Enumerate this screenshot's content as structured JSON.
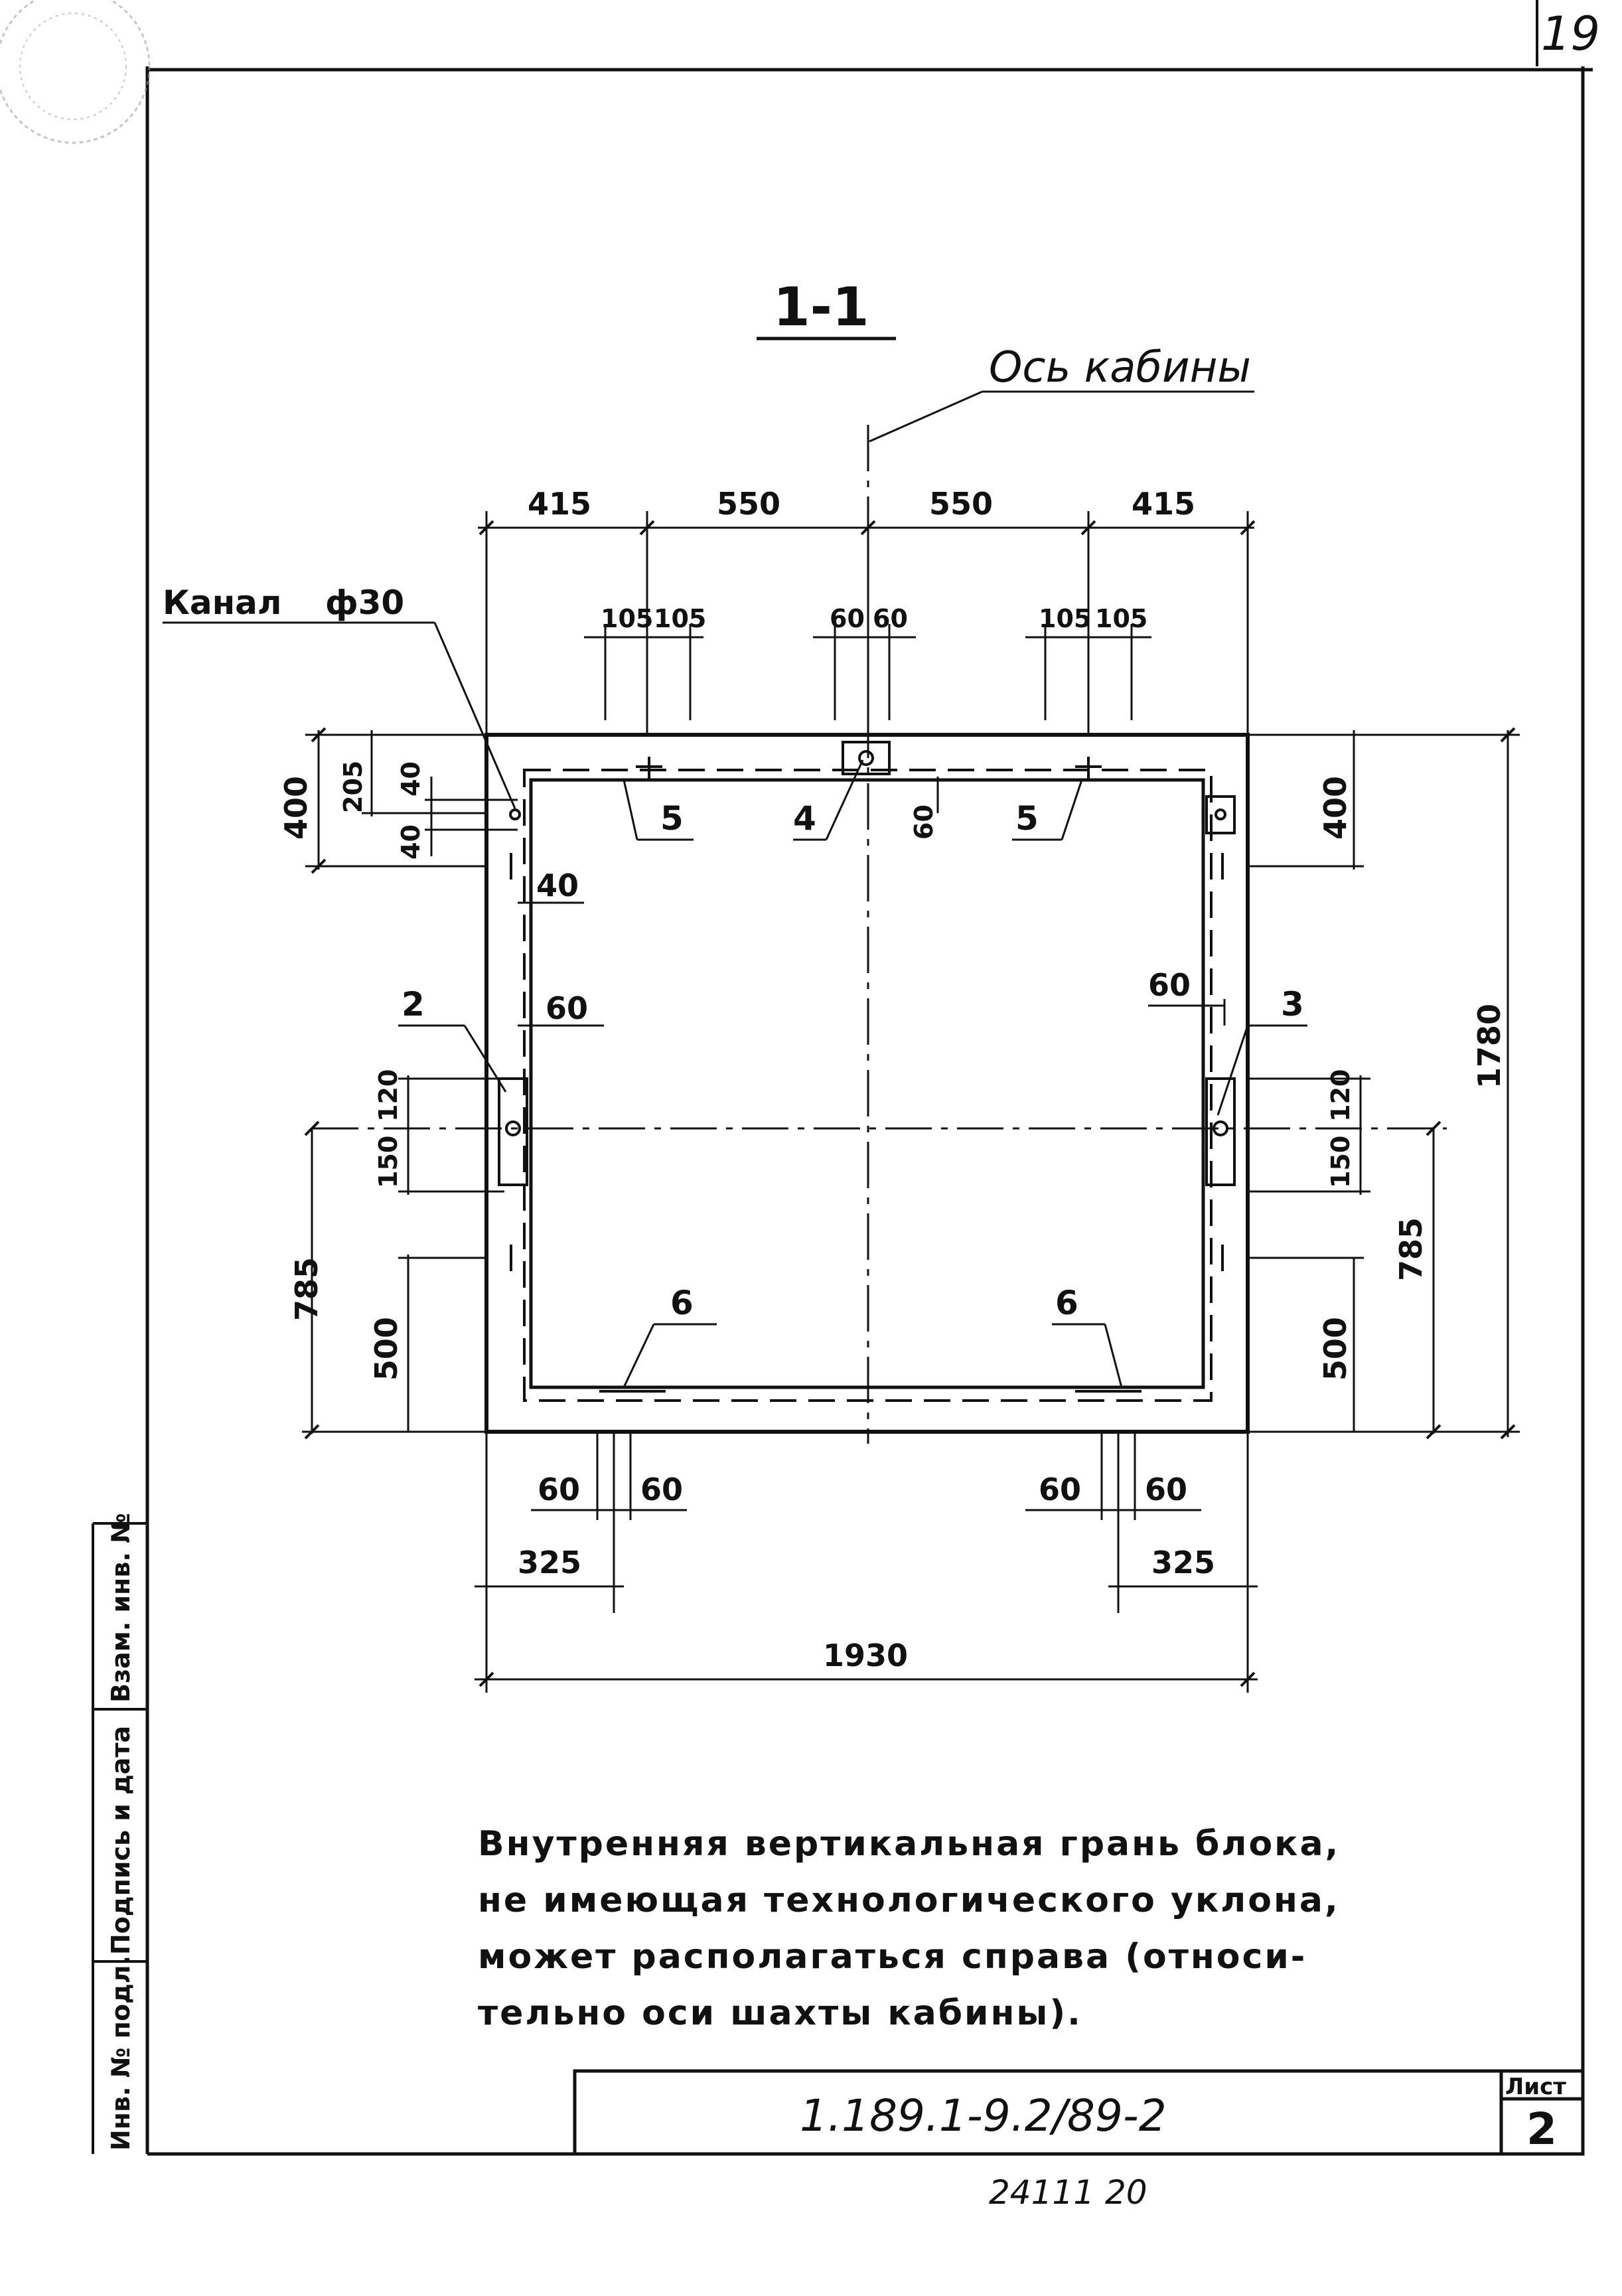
{
  "sheet": {
    "page_number": "19",
    "section_title": "1-1",
    "axis_label": "Ось кабины",
    "channel_label": "Канал",
    "channel_diameter": "ф30"
  },
  "dimensions": {
    "top": [
      "415",
      "550",
      "550",
      "415"
    ],
    "top_detail": [
      "105",
      "105",
      "60",
      "60",
      "105",
      "105"
    ],
    "vertical_offset_60": "60",
    "left": [
      "400",
      "205",
      "40",
      "40",
      "120",
      "150",
      "785",
      "500"
    ],
    "left_detail": [
      "40",
      "60"
    ],
    "right": [
      "400",
      "1780",
      "60",
      "120",
      "150",
      "785",
      "500"
    ],
    "bottom": [
      "60",
      "60",
      "60",
      "60",
      "325",
      "325"
    ],
    "overall_width": "1930"
  },
  "callouts": [
    "2",
    "3",
    "4",
    "5",
    "5",
    "6",
    "6"
  ],
  "note": {
    "lines": [
      "Внутренняя вертикальная грань блока,",
      "не имеющая технологического уклона,",
      "может располагаться справа (относи-",
      "тельно оси шахты кабины)."
    ]
  },
  "stamp": {
    "field_1": "Инв. № подл.",
    "field_2": "Подпись и дата",
    "field_3": "Взам. инв. №"
  },
  "title_block": {
    "document_code": "1.189.1-9.2/89-2",
    "sheet_label": "Лист",
    "sheet_number": "2"
  },
  "footer_code": "24111 20"
}
